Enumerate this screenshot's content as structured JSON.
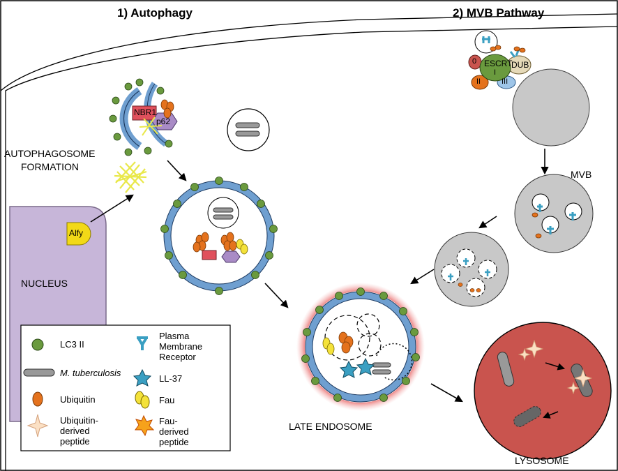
{
  "titles": {
    "autophagy": "1) Autophagy",
    "mvb": "2) MVB Pathway"
  },
  "labels": {
    "autophagosome_line1": "AUTOPHAGOSOME",
    "autophagosome_line2": "FORMATION",
    "nucleus": "NUCLEUS",
    "alfy": "Alfy",
    "nbr1": "NBR1",
    "p62": "p62",
    "escrt": "ESCRT",
    "escrt_0": "0",
    "escrt_i": "I",
    "escrt_ii": "II",
    "escrt_iii": "III",
    "dub": "DUB",
    "mvb": "MVB",
    "late_endosome": "LATE ENDOSOME",
    "lysosome": "LYSOSOME"
  },
  "legend": {
    "lc3": "LC3 II",
    "mtb": "M. tuberculosis",
    "ubiquitin": "Ubiquitin",
    "ub_peptide": [
      "Ubiquitin-",
      "derived",
      "peptide"
    ],
    "receptor": [
      "Plasma",
      "Membrane",
      "Receptor"
    ],
    "ll37": "LL-37",
    "fau": "Fau",
    "fau_peptide": [
      "Fau-",
      "derived",
      "peptide"
    ]
  },
  "colors": {
    "lc3": "#6a9a3e",
    "membrane": "#6f9fd0",
    "ubiquitin": "#e4721d",
    "nucleus": "#c7b6d9",
    "lysosome": "#c9544e",
    "receptor": "#3a9fc2",
    "fau": "#f4e23a",
    "mvb": "#c8c8c8",
    "nbr1": "#e0505c",
    "p62": "#a98bc6",
    "aggregate": "#e9e84a"
  }
}
